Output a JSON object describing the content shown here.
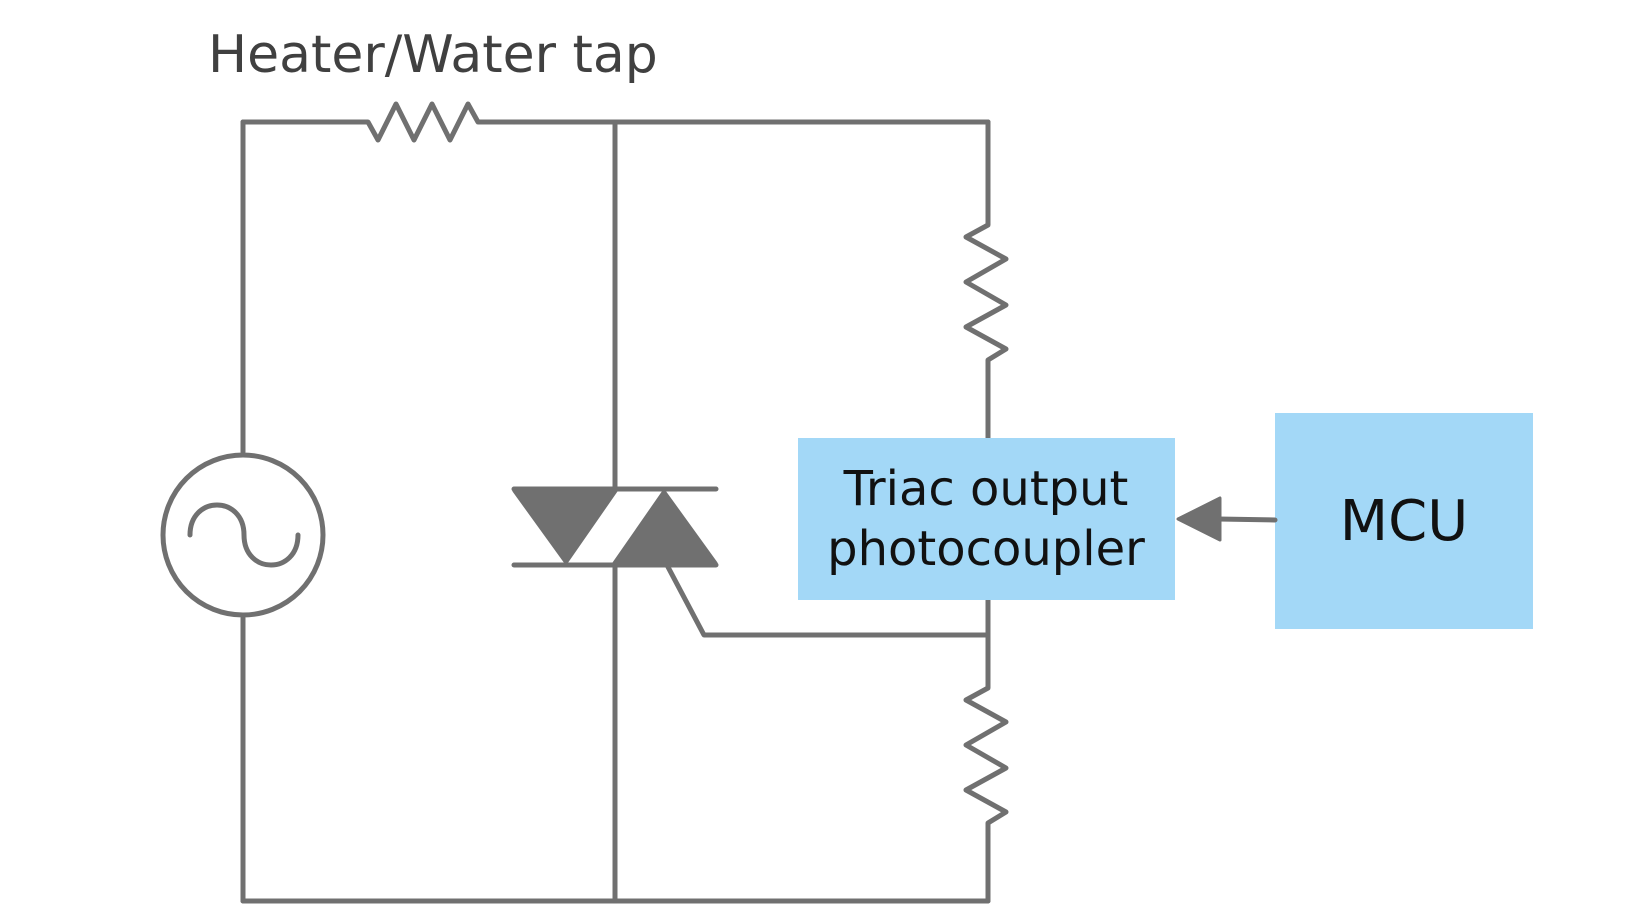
{
  "diagram": {
    "load_label": "Heater/Water tap",
    "photocoupler_label_line1": "Triac output",
    "photocoupler_label_line2": "photocoupler",
    "mcu_label": "MCU",
    "colors": {
      "wire": "#707070",
      "block_fill": "#a3d8f7",
      "label_text": "#404040",
      "block_text": "#111111",
      "background": "#ffffff"
    },
    "components": [
      "ac-source-icon",
      "load-resistor",
      "triac",
      "gate-resistor-top",
      "gate-resistor-bottom",
      "photocoupler-block",
      "mcu-block",
      "signal-arrow"
    ]
  }
}
